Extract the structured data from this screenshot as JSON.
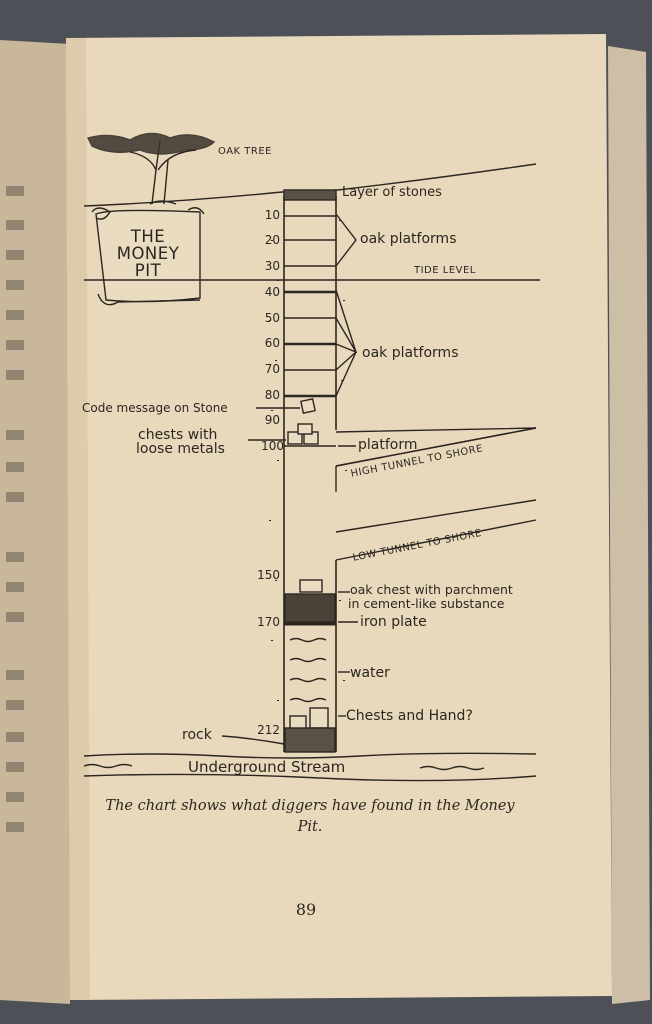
{
  "diagram": {
    "scroll_title_lines": [
      "THE",
      "MONEY",
      "PIT"
    ],
    "oak_tree": "OAK TREE",
    "layer_of_stones": "Layer of stones",
    "oak_platforms_upper": "oak platforms",
    "tide_level": "TIDE LEVEL",
    "oak_platforms_lower": "oak platforms",
    "code_message": "Code message on Stone",
    "chests_line1": "chests with",
    "chests_line2": "loose metals",
    "platform": "platform",
    "high_tunnel": "HIGH TUNNEL TO SHORE",
    "low_tunnel": "LOW TUNNEL TO SHORE",
    "oak_chest_line1": "oak chest with parchment",
    "oak_chest_line2": "in cement-like substance",
    "iron_plate": "iron plate",
    "water": "water",
    "chests_and_hand": "Chests and Hand?",
    "rock": "rock",
    "underground_stream": "Underground Stream",
    "depth_marks": [
      "10",
      "20",
      "30",
      "40",
      "50",
      "60",
      "70",
      "80",
      "90",
      "100",
      "150",
      "170",
      "212"
    ]
  },
  "caption": "The chart shows what diggers have found in the Money Pit.",
  "page_number": "89"
}
